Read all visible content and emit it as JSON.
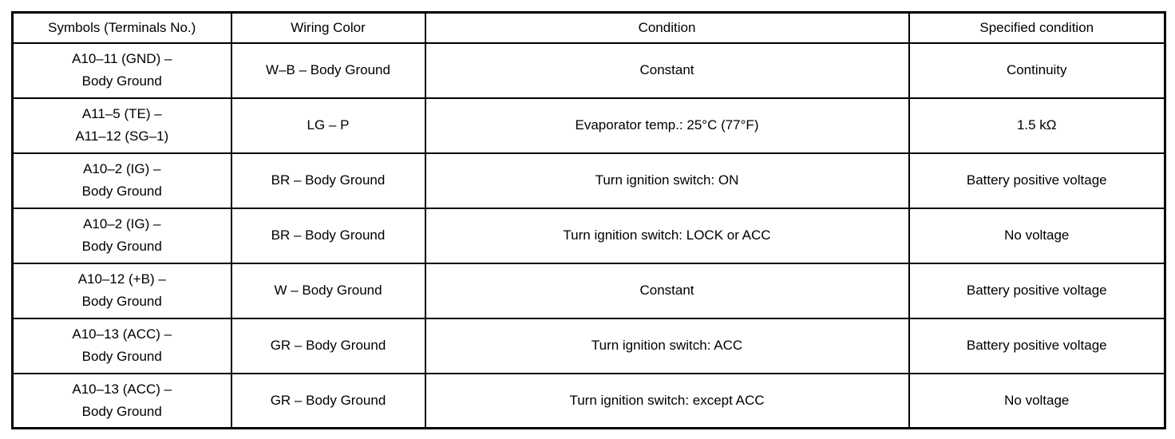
{
  "table": {
    "headers": [
      "Symbols (Terminals No.)",
      "Wiring Color",
      "Condition",
      "Specified condition"
    ],
    "rows": [
      {
        "symbols": "A10–11 (GND) –\nBody Ground",
        "wiring_color": "W–B – Body Ground",
        "condition": "Constant",
        "specified_condition": "Continuity"
      },
      {
        "symbols": "A11–5 (TE) –\nA11–12 (SG–1)",
        "wiring_color": "LG – P",
        "condition": "Evaporator temp.: 25°C (77°F)",
        "specified_condition": "1.5 kΩ"
      },
      {
        "symbols": "A10–2 (IG) –\nBody Ground",
        "wiring_color": "BR – Body Ground",
        "condition": "Turn ignition switch: ON",
        "specified_condition": "Battery positive voltage"
      },
      {
        "symbols": "A10–2 (IG) –\nBody Ground",
        "wiring_color": "BR – Body Ground",
        "condition": "Turn ignition switch: LOCK or ACC",
        "specified_condition": "No voltage"
      },
      {
        "symbols": "A10–12 (+B) –\nBody Ground",
        "wiring_color": "W – Body Ground",
        "condition": "Constant",
        "specified_condition": "Battery positive voltage"
      },
      {
        "symbols": "A10–13 (ACC) –\nBody Ground",
        "wiring_color": "GR – Body Ground",
        "condition": "Turn ignition switch: ACC",
        "specified_condition": "Battery positive voltage"
      },
      {
        "symbols": "A10–13 (ACC) –\nBody Ground",
        "wiring_color": "GR – Body Ground",
        "condition": "Turn ignition switch: except ACC",
        "specified_condition": "No voltage"
      }
    ],
    "colors": {
      "border": "#000000",
      "text": "#000000",
      "background": "#ffffff"
    }
  }
}
